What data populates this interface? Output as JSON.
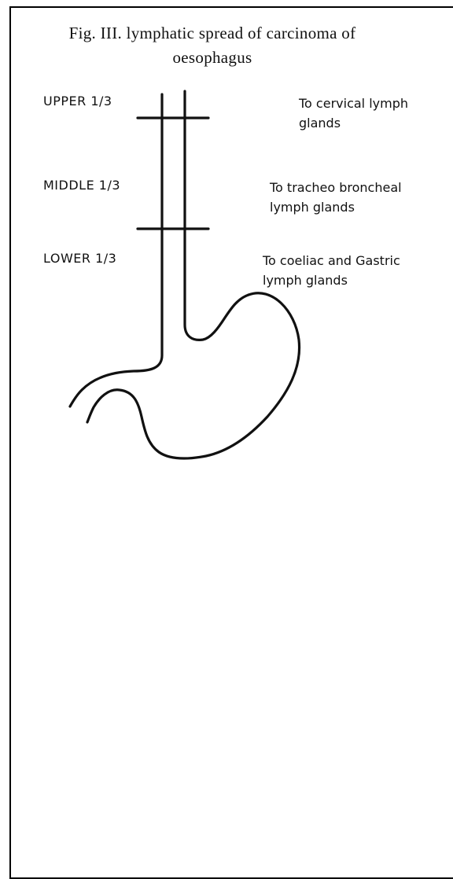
{
  "figure": {
    "caption_line1": "Fig. III. lymphatic spread of carcinoma of",
    "caption_line2": "oesophagus"
  },
  "segments": {
    "upper": "UPPER 1/3",
    "middle": "MIDDLE 1/3",
    "lower": "LOWER 1/3"
  },
  "destinations": {
    "upper": {
      "line1": "To cervical lymph",
      "line2": "glands"
    },
    "middle": {
      "line1": "To tracheo broncheal",
      "line2": "lymph glands"
    },
    "lower": {
      "line1": "To coeliac and Gastric",
      "line2": "lymph glands"
    }
  },
  "colors": {
    "ink": "#111111",
    "border": "#000000",
    "background": "#ffffff"
  }
}
